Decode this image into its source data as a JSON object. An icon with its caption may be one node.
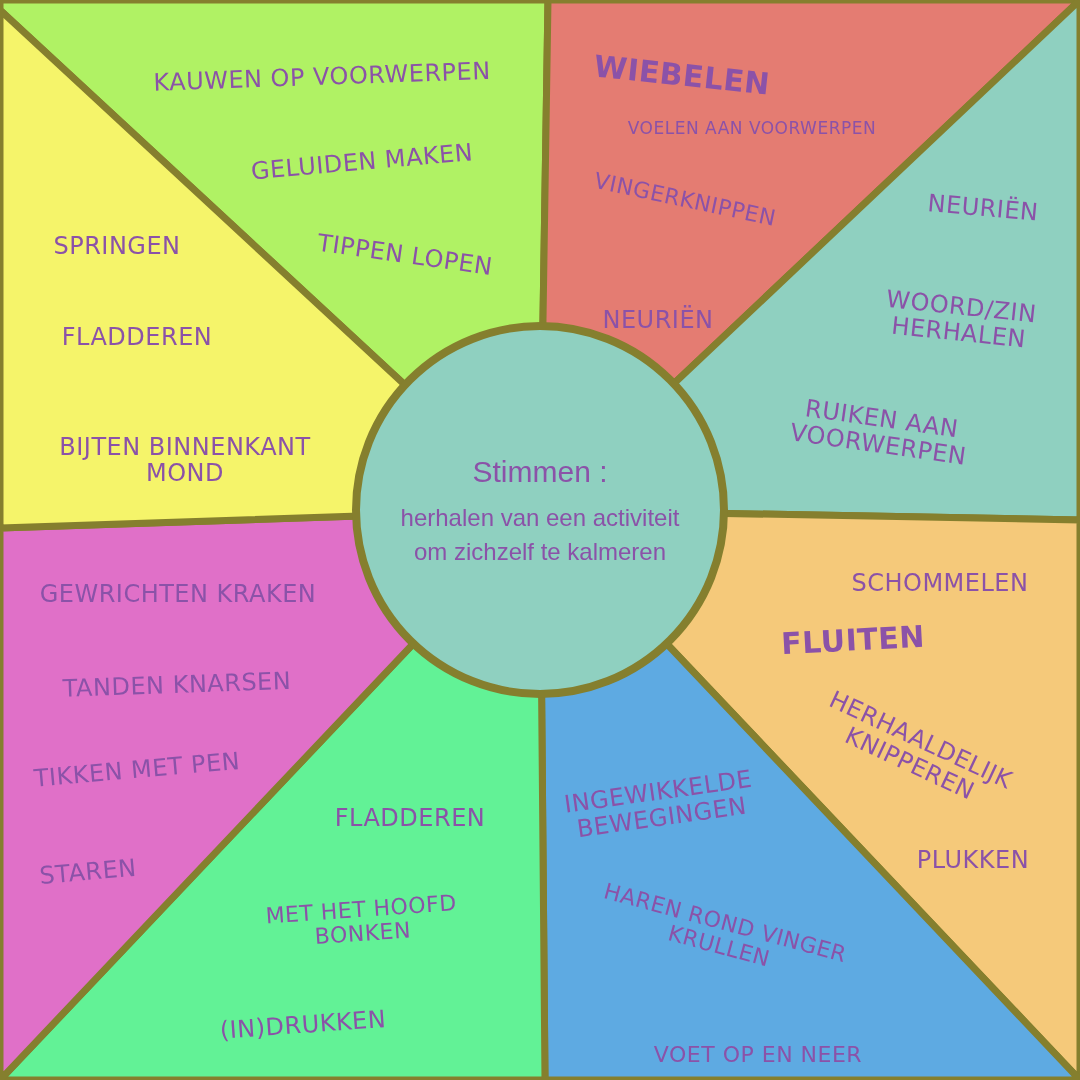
{
  "diagram": {
    "nodes": [
      {
        "text": [
          "Stimmen :",
          "herhalen van een activiteit om zichzelf te kalmeren"
        ]
      },
      {
        "text": [
          "KAUWEN OP VOORWERPEN",
          "GELUIDEN MAKEN",
          "TIPPEN LOPEN"
        ]
      },
      {
        "text": [
          "WIEBELEN",
          "VOELEN AAN VOORWERPEN",
          "VINGERKNIPPEN",
          "NEURIËN"
        ]
      },
      {
        "text": [
          "NEURIËN",
          "WOORD/ZIN HERHALEN",
          "RUIKEN AAN VOORWERPEN"
        ]
      },
      {
        "text": [
          "SCHOMMELEN",
          "FLUITEN",
          "HERHAALDELIJK KNIPPEREN",
          "PLUKKEN"
        ]
      },
      {
        "text": [
          "INGEWIKKELDE BEWEGINGEN",
          "HAREN ROND VINGER KRULLEN",
          "VOET OP EN NEER"
        ]
      },
      {
        "text": [
          "FLADDEREN",
          "MET HET HOOFD BONKEN",
          "(IN)DRUKKEN"
        ]
      },
      {
        "text": [
          "GEWRICHTEN KRAKEN",
          "TANDEN KNARSEN",
          "TIKKEN MET PEN",
          "STAREN"
        ]
      },
      {
        "text": [
          "SPRINGEN",
          "FLADDEREN",
          "BIJTEN BINNENKANT MOND"
        ]
      }
    ]
  }
}
